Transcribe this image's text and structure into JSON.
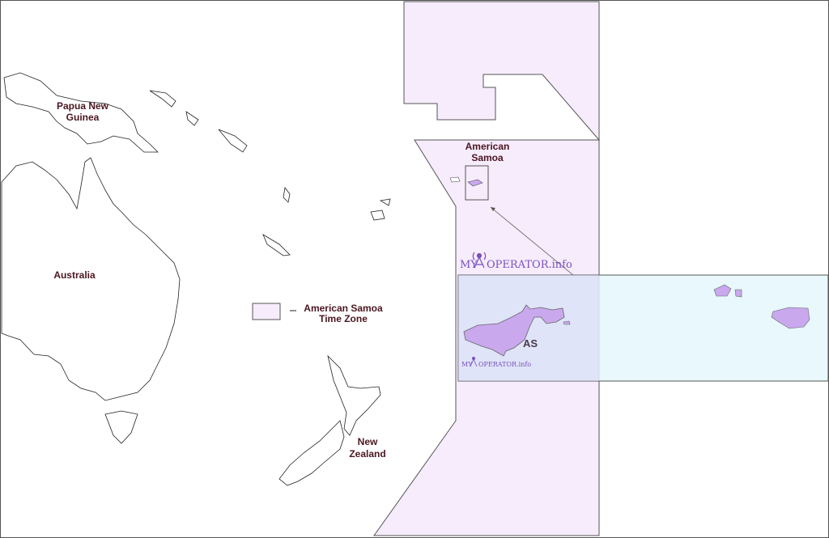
{
  "map": {
    "labels": {
      "papua_new_guinea": [
        "Papua New",
        "Guinea"
      ],
      "australia": "Australia",
      "new_zealand": [
        "New",
        "Zealand"
      ],
      "american_samoa": [
        "American",
        "Samoa"
      ],
      "inset_code": "AS"
    },
    "legend": {
      "label_line1": "American Samoa",
      "label_line2": "Time Zone",
      "swatch_color": "#f6ecfc"
    },
    "watermark": {
      "prefix": "MY",
      "suffix": "OPERATOR.info"
    },
    "colors": {
      "time_zone_fill": "#f6ecfc",
      "inset_fill": "#e4f7fc",
      "territory_fill": "#c9a8ee",
      "label": "#4a1620"
    }
  }
}
